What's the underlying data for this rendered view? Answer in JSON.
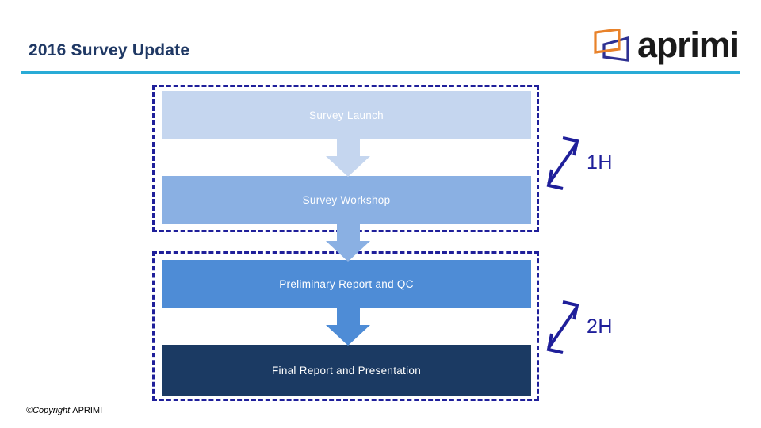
{
  "slide": {
    "title": "2016 Survey Update",
    "rule_color": "#29ABD6",
    "background": "#FFFFFF"
  },
  "logo": {
    "wordmark": "aprimi",
    "mark_name": "aprimi-overlapping-frames-mark",
    "mark_colors": {
      "front_frame": "#E8822A",
      "back_frame": "#2E3192"
    },
    "wordmark_color": "#1A1A1A"
  },
  "diagram": {
    "type": "vertical-process-flow",
    "steps": [
      {
        "label": "Survey Launch",
        "color": "#C5D6EF",
        "phase": "1H"
      },
      {
        "label": "Survey Workshop",
        "color": "#8AB0E3",
        "phase": "1H"
      },
      {
        "label": "Preliminary Report and QC",
        "color": "#4E8CD6",
        "phase": "2H"
      },
      {
        "label": "Final Report and Presentation",
        "color": "#1B3A63",
        "phase": "2H"
      }
    ],
    "arrows": [
      {
        "from": "Survey Launch",
        "to": "Survey Workshop",
        "color": "#C5D6EF",
        "direction": "down"
      },
      {
        "from": "Survey Workshop",
        "to": "Preliminary Report and QC",
        "color": "#8AB0E3",
        "direction": "down"
      },
      {
        "from": "Preliminary Report and QC",
        "to": "Final Report and Presentation",
        "color": "#4E8CD6",
        "direction": "down"
      }
    ],
    "phases": [
      {
        "label": "1H",
        "covers": [
          "Survey Launch",
          "Survey Workshop"
        ],
        "color": "#1F1F9A"
      },
      {
        "label": "2H",
        "covers": [
          "Preliminary Report and QC",
          "Final Report and Presentation"
        ],
        "color": "#1F1F9A"
      }
    ],
    "frame_style": "dashed",
    "frame_color": "#1F1F9A",
    "step_text_color": "#FFFFFF"
  },
  "footer": {
    "copyright_mark": "©Copyright ",
    "copyright_owner": "APRIMI"
  }
}
